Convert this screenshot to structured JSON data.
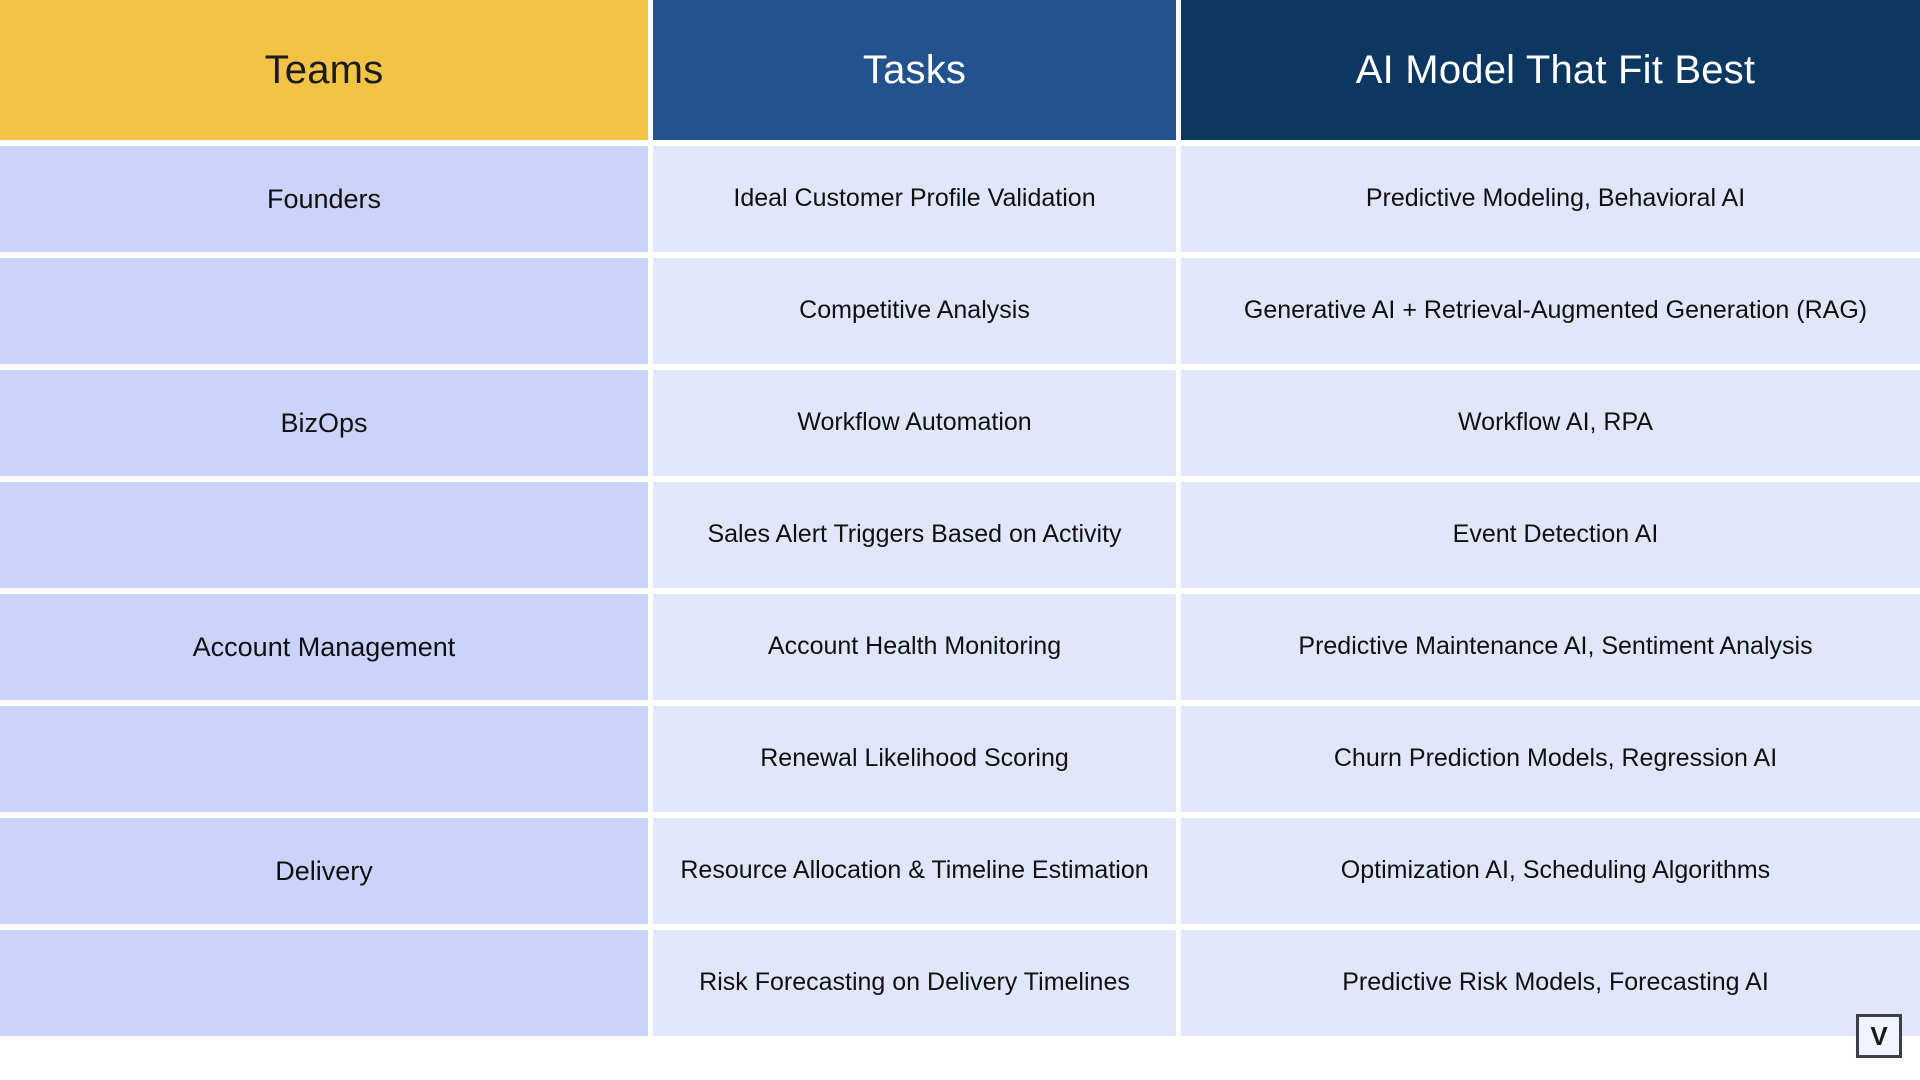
{
  "table": {
    "headers": [
      {
        "label": "Teams",
        "bg": "#f2c344",
        "fg": "#1b1b1b"
      },
      {
        "label": "Tasks",
        "bg": "#23538f",
        "fg": "#ffffff"
      },
      {
        "label": "AI Model That Fit Best",
        "bg": "#0c3761",
        "fg": "#ffffff"
      }
    ],
    "columns": [
      "Teams",
      "Tasks",
      "AI Model That Fit Best"
    ],
    "rows": [
      {
        "team": "Founders",
        "task": "Ideal Customer Profile Validation",
        "model": "Predictive Modeling, Behavioral AI"
      },
      {
        "team": "",
        "task": "Competitive Analysis",
        "model": "Generative AI + Retrieval-Augmented Generation (RAG)"
      },
      {
        "team": "BizOps",
        "task": "Workflow Automation",
        "model": "Workflow AI, RPA"
      },
      {
        "team": "",
        "task": "Sales Alert Triggers Based on Activity",
        "model": "Event Detection AI"
      },
      {
        "team": "Account Management",
        "task": "Account Health Monitoring",
        "model": "Predictive Maintenance AI, Sentiment Analysis"
      },
      {
        "team": "",
        "task": "Renewal Likelihood Scoring",
        "model": "Churn Prediction Models, Regression AI"
      },
      {
        "team": "Delivery",
        "task": "Resource Allocation & Timeline Estimation",
        "model": "Optimization AI, Scheduling Algorithms"
      },
      {
        "team": "",
        "task": "Risk Forecasting on Delivery Timelines",
        "model": "Predictive Risk Models, Forecasting AI"
      }
    ],
    "colors": {
      "header_teams": "#f2c344",
      "header_tasks": "#23538f",
      "header_model": "#0c3761",
      "cell_teams": "#ccd3fb",
      "cell_tasks": "#e2e6fb",
      "cell_model": "#e2e6fb",
      "gridline": "#ffffff",
      "text": "#101010"
    }
  },
  "overlay": {
    "badge_label": "V"
  }
}
